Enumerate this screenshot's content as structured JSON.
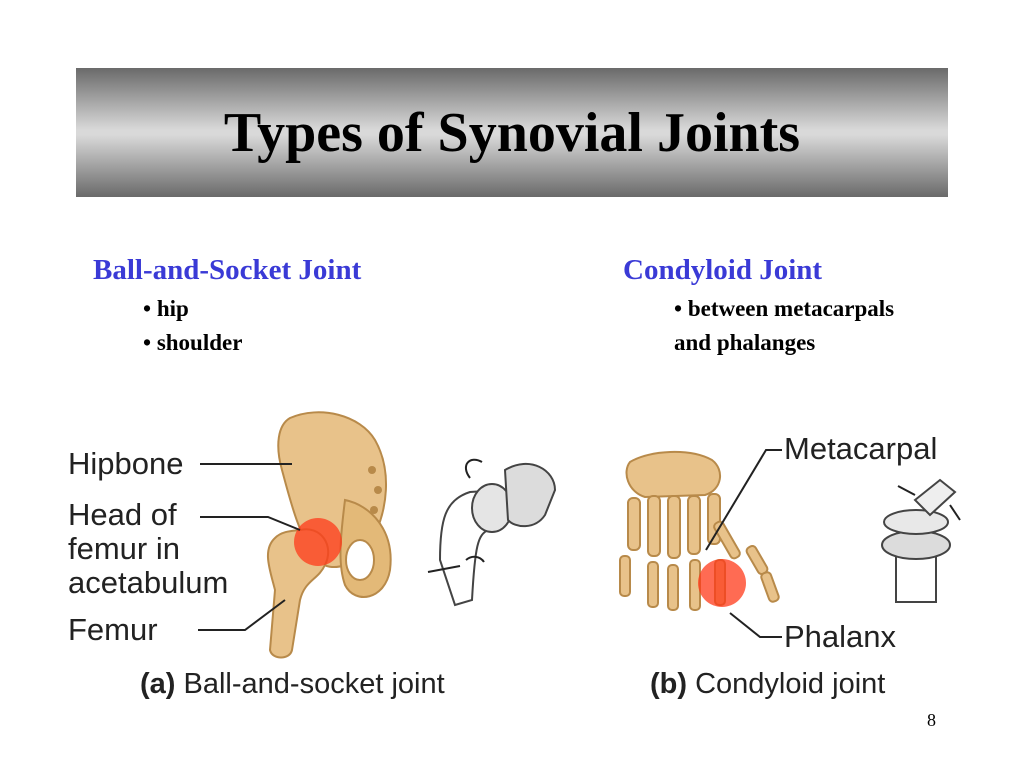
{
  "title": "Types of Synovial Joints",
  "left": {
    "heading": "Ball-and-Socket Joint",
    "bullets": [
      "hip",
      "shoulder"
    ]
  },
  "right": {
    "heading": "Condyloid Joint",
    "bullets_line1": "between metacarpals",
    "bullets_line2": "and phalanges"
  },
  "figure_a": {
    "labels": {
      "hipbone": "Hipbone",
      "head_line1": "Head of",
      "head_line2": "femur in",
      "head_line3": "acetabulum",
      "femur": "Femur"
    },
    "caption_letter": "(a)",
    "caption_text": "Ball-and-socket joint"
  },
  "figure_b": {
    "labels": {
      "metacarpal": "Metacarpal",
      "phalanx": "Phalanx"
    },
    "caption_letter": "(b)",
    "caption_text": "Condyloid joint"
  },
  "page_number": "8",
  "colors": {
    "heading": "#3a3ad6",
    "bone": "#e8c28a",
    "highlight": "#ff3a1a"
  }
}
